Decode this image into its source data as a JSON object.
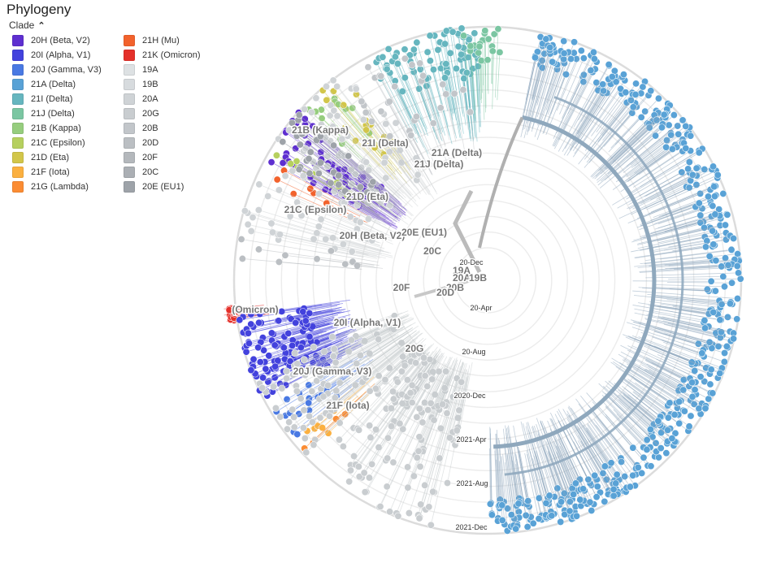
{
  "panel": {
    "title": "Phylogeny",
    "legend_toggle": "Clade",
    "legend_toggle_icon": "chevron-up-icon"
  },
  "legend": [
    {
      "label": "20H (Beta, V2)",
      "color": "#5e2fd0"
    },
    {
      "label": "20I (Alpha, V1)",
      "color": "#4342dd"
    },
    {
      "label": "20J (Gamma, V3)",
      "color": "#4979e3"
    },
    {
      "label": "21A (Delta)",
      "color": "#59a2d6"
    },
    {
      "label": "21I (Delta)",
      "color": "#66b6bf"
    },
    {
      "label": "21J (Delta)",
      "color": "#7bc6a2"
    },
    {
      "label": "21B (Kappa)",
      "color": "#96cd7e"
    },
    {
      "label": "21C (Epsilon)",
      "color": "#b6d05f"
    },
    {
      "label": "21D (Eta)",
      "color": "#d2c64a"
    },
    {
      "label": "21F (Iota)",
      "color": "#fbb040"
    },
    {
      "label": "21G (Lambda)",
      "color": "#fb8c33"
    },
    {
      "label": "21H (Mu)",
      "color": "#f2622c"
    },
    {
      "label": "21K (Omicron)",
      "color": "#e4302a"
    },
    {
      "label": "19A",
      "color": "#dde1e3"
    },
    {
      "label": "19B",
      "color": "#d7dbde"
    },
    {
      "label": "20A",
      "color": "#cfd3d6"
    },
    {
      "label": "20G",
      "color": "#c9cdd0"
    },
    {
      "label": "20B",
      "color": "#c2c6ca"
    },
    {
      "label": "20D",
      "color": "#bbbfc3"
    },
    {
      "label": "20F",
      "color": "#b4b8bc"
    },
    {
      "label": "20C",
      "color": "#abafb4"
    },
    {
      "label": "20E (EU1)",
      "color": "#9ea3a9"
    }
  ],
  "date_axis": [
    "20-Dec",
    "20-Apr",
    "20-Aug",
    "2020-Dec",
    "2021-Apr",
    "2021-Aug",
    "2021-Dec"
  ],
  "clade_labels": [
    "21B (Kappa)",
    "21I (Delta)",
    "21A (Delta)",
    "21J (Delta)",
    "21D (Eta)",
    "21C (Epsilon)",
    "20H (Beta, V2)",
    "20E (EU1)",
    "20C",
    "19A",
    "20A",
    "19B",
    "20B",
    "20F",
    "20D",
    "(Omicron)",
    "20I (Alpha, V1)",
    "20G",
    "20J (Gamma, V3)",
    "21F (Iota)"
  ]
}
